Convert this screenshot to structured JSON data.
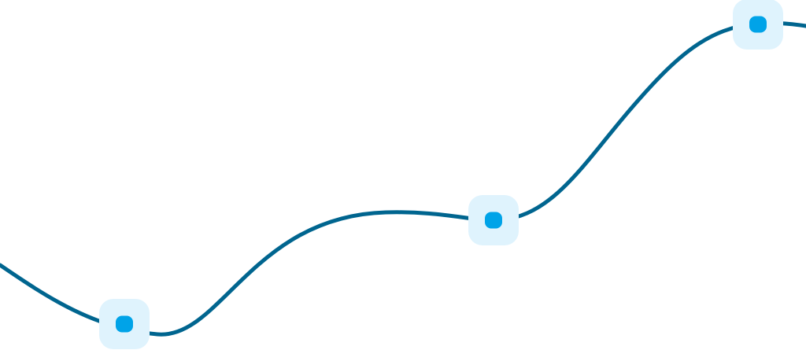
{
  "colors": {
    "line": "#00658f",
    "marker_background": "#dff3fd",
    "marker_dot": "#00a3e8"
  },
  "markers": [
    {
      "name": "marker-start"
    },
    {
      "name": "marker-middle"
    },
    {
      "name": "marker-end"
    }
  ]
}
